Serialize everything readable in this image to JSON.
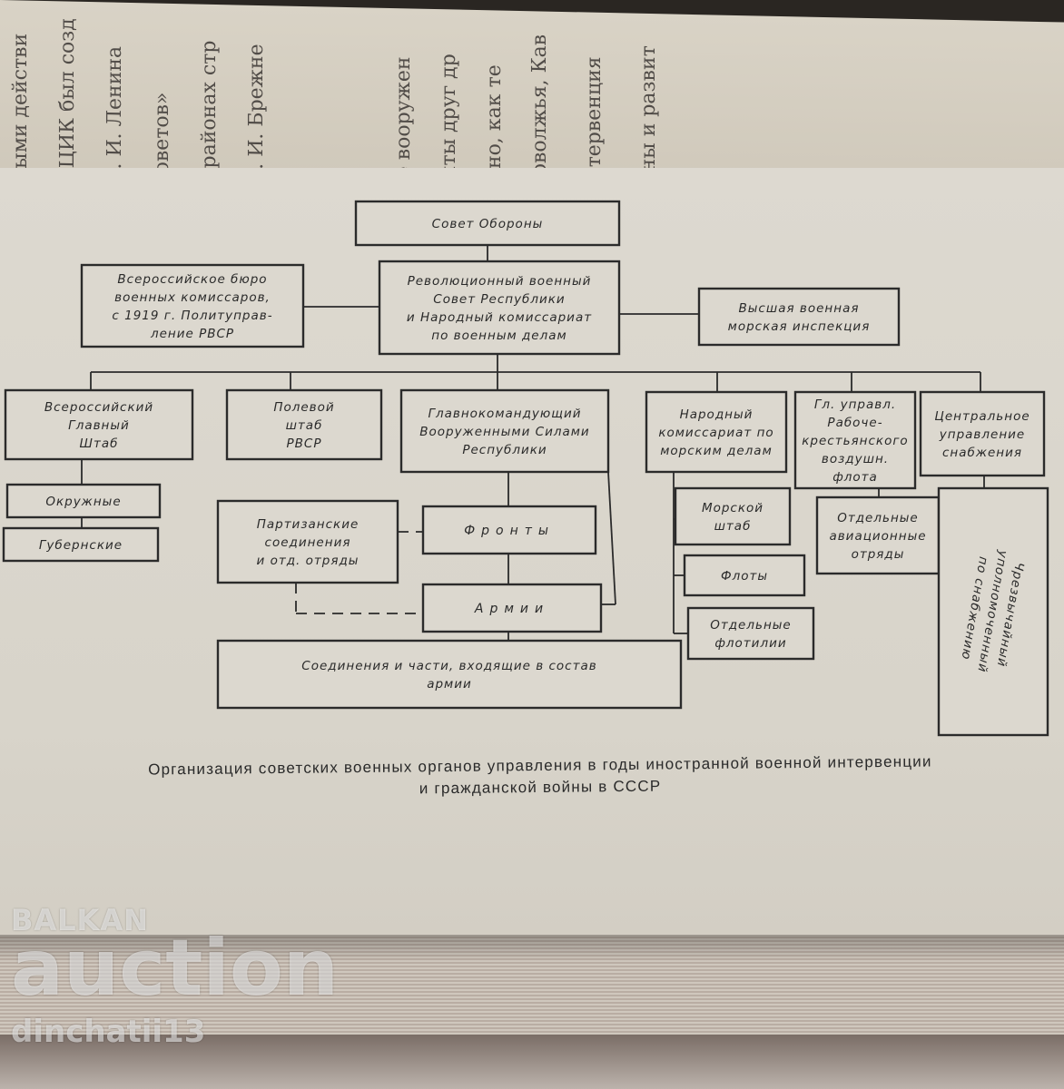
{
  "prev_page": {
    "columns": [
      "ными действи",
      "ВЦИК был созд",
      "В. И. Ленина",
      "советов»",
      "х районах стр",
      "П. И. Брежне",
      "ее вооружен",
      "анты друг др",
      "асно, как те",
      "Поволжья, Кав",
      "интервенция",
      "ваны и развит"
    ]
  },
  "diagram": {
    "boxes": [
      {
        "id": "sovet-oborony",
        "lines": [
          "Совет Обороны"
        ]
      },
      {
        "id": "vserossiyskoe-byuro",
        "lines": [
          "Всероссийское бюро",
          "военных комиссаров,",
          "с 1919 г. Политуправ-",
          "ление РВСР"
        ]
      },
      {
        "id": "revvoensovet",
        "lines": [
          "Революционный военный",
          "Совет Республики",
          "и Народный комиссариат",
          "по военным делам"
        ]
      },
      {
        "id": "vysshaya-inspektsiya",
        "lines": [
          "Высшая военная",
          "морская инспекция"
        ]
      },
      {
        "id": "glavny-shtab",
        "lines": [
          "Всероссийский",
          "Главный",
          "Штаб"
        ]
      },
      {
        "id": "polevoy-shtab",
        "lines": [
          "Полевой",
          "штаб",
          "РВСР"
        ]
      },
      {
        "id": "glavkom",
        "lines": [
          "Главнокомандующий",
          "Вооруженными Силами",
          "Республики"
        ]
      },
      {
        "id": "narkom-morskih",
        "lines": [
          "Народный",
          "комиссариат по",
          "морским делам"
        ]
      },
      {
        "id": "gl-upravlenie-vvf",
        "lines": [
          "Гл. управл.",
          "Рабоче-",
          "крестьянского",
          "воздушн.",
          "флота"
        ]
      },
      {
        "id": "tsentr-snabzhenie",
        "lines": [
          "Центральное",
          "управление",
          "снабжения"
        ]
      },
      {
        "id": "okruzhnye",
        "lines": [
          "Окружные"
        ]
      },
      {
        "id": "gubernskie",
        "lines": [
          "Губернские"
        ]
      },
      {
        "id": "partizanskie",
        "lines": [
          "Партизанские",
          "соединения",
          "и отд. отряды"
        ]
      },
      {
        "id": "fronty",
        "lines": [
          "Фронты"
        ]
      },
      {
        "id": "armii",
        "lines": [
          "Армии"
        ]
      },
      {
        "id": "soedineniya",
        "lines": [
          "Соединения и части, входящие в состав",
          "армии"
        ]
      },
      {
        "id": "morskoy-shtab",
        "lines": [
          "Морской",
          "штаб"
        ]
      },
      {
        "id": "floty",
        "lines": [
          "Флоты"
        ]
      },
      {
        "id": "otdelnye-flotilii",
        "lines": [
          "Отдельные",
          "флотилии"
        ]
      },
      {
        "id": "aviaotryady",
        "lines": [
          "Отдельные",
          "авиационные",
          "отряды"
        ]
      },
      {
        "id": "vertical-box",
        "lines": [
          "Чрезвычайный",
          "уполномоченный",
          "по снабжению"
        ]
      }
    ]
  },
  "caption": {
    "line1": "Организация советских военных органов управления в годы иностранной военной интервенции",
    "line2": "и гражданской войны в СССР"
  },
  "watermark": {
    "line1": "BALKAN",
    "line2": "auction",
    "line3": "dinchatii13"
  }
}
